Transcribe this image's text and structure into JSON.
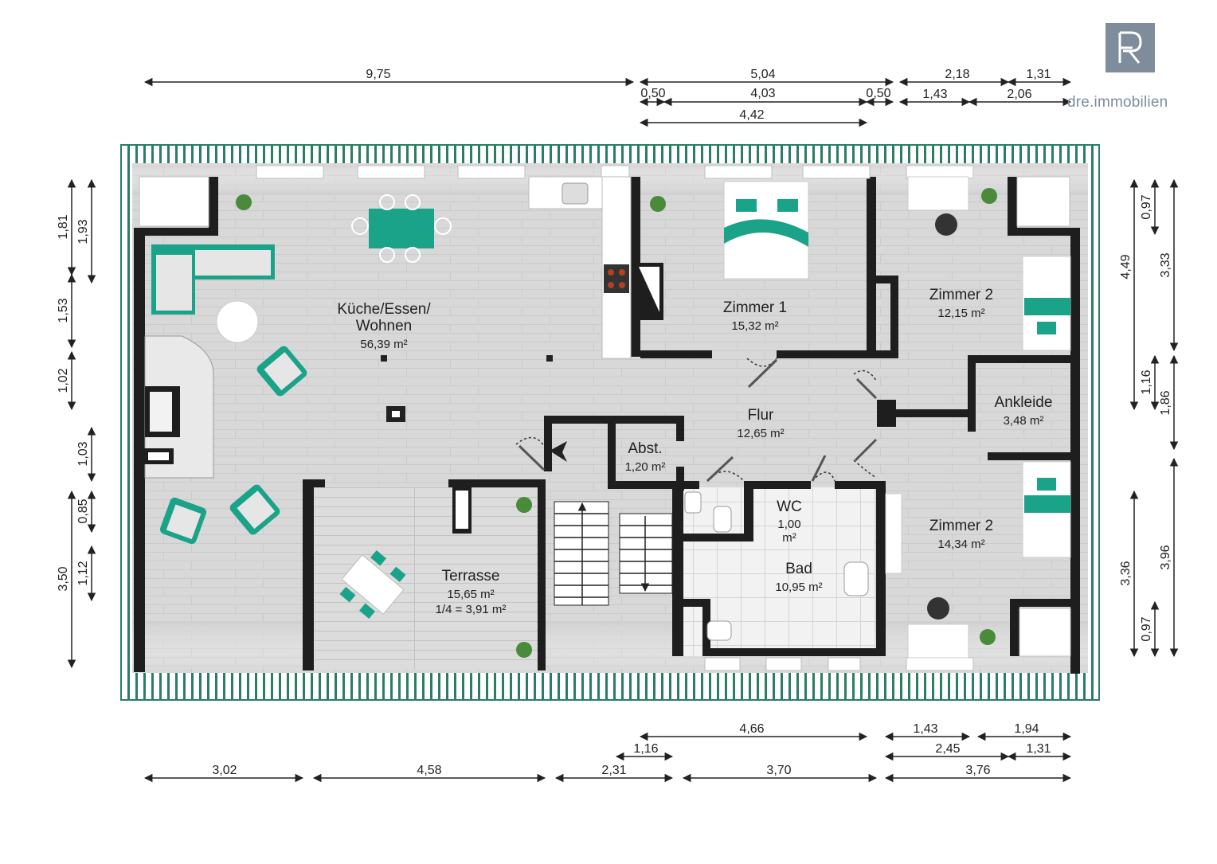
{
  "brand": {
    "name": "dre.immobilien"
  },
  "colors": {
    "accent": "#1aa389",
    "wall": "#1e1e1e",
    "floor": "#d9d9d9",
    "roof_edge": "#2b7d64",
    "brand_grey": "#7e8c9c"
  },
  "rooms": [
    {
      "id": "kueche",
      "name": "Küche/Essen/",
      "name2": "Wohnen",
      "area": "56,39 m²"
    },
    {
      "id": "zimmer1",
      "name": "Zimmer 1",
      "area": "15,32 m²"
    },
    {
      "id": "zimmer2a",
      "name": "Zimmer 2",
      "area": "12,15 m²"
    },
    {
      "id": "ankleide",
      "name": "Ankleide",
      "area": "3,48 m²"
    },
    {
      "id": "flur",
      "name": "Flur",
      "area": "12,65 m²"
    },
    {
      "id": "abst",
      "name": "Abst.",
      "area": "1,20 m²"
    },
    {
      "id": "wc",
      "name": "WC",
      "area": "1,00",
      "area2": "m²"
    },
    {
      "id": "bad",
      "name": "Bad",
      "area": "10,95 m²"
    },
    {
      "id": "zimmer2b",
      "name": "Zimmer 2",
      "area": "14,34 m²"
    },
    {
      "id": "terrasse",
      "name": "Terrasse",
      "area": "15,65 m²",
      "area2": "1/4 = 3,91 m²"
    }
  ],
  "dims": {
    "top": [
      "9,75",
      "5,04",
      "2,18",
      "1,31",
      "0,50",
      "4,03",
      "0,50",
      "1,43",
      "2,06",
      "4,42"
    ],
    "bottom": [
      "4,66",
      "1,43",
      "1,94",
      "1,16",
      "2,45",
      "1,31",
      "3,02",
      "4,58",
      "2,31",
      "3,70",
      "3,76"
    ],
    "left": [
      "1,81",
      "1,93",
      "1,53",
      "1,02",
      "1,03",
      "0,85",
      "1,12",
      "3,50"
    ],
    "right": [
      "4,49",
      "0,97",
      "3,33",
      "1,16",
      "1,86",
      "3,36",
      "3,96",
      "0,97"
    ]
  }
}
